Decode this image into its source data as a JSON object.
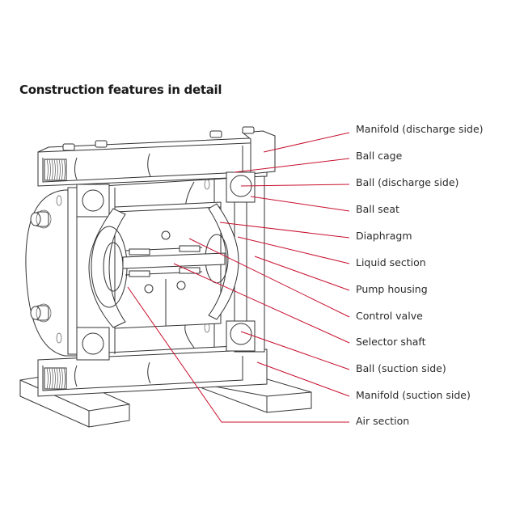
{
  "title": "Construction features in detail",
  "leader_color": "#c8102e",
  "labels": [
    {
      "id": "manifold-discharge",
      "text": "Manifold (discharge side)"
    },
    {
      "id": "ball-cage",
      "text": "Ball cage"
    },
    {
      "id": "ball-discharge",
      "text": "Ball (discharge side)"
    },
    {
      "id": "ball-seat",
      "text": "Ball seat"
    },
    {
      "id": "diaphragm",
      "text": "Diaphragm"
    },
    {
      "id": "liquid-section",
      "text": "Liquid section"
    },
    {
      "id": "pump-housing",
      "text": "Pump housing"
    },
    {
      "id": "control-valve",
      "text": "Control valve"
    },
    {
      "id": "selector-shaft",
      "text": "Selector shaft"
    },
    {
      "id": "ball-suction",
      "text": "Ball (suction side)"
    },
    {
      "id": "manifold-suction",
      "text": "Manifold (suction side)"
    },
    {
      "id": "air-section",
      "text": "Air section"
    }
  ]
}
